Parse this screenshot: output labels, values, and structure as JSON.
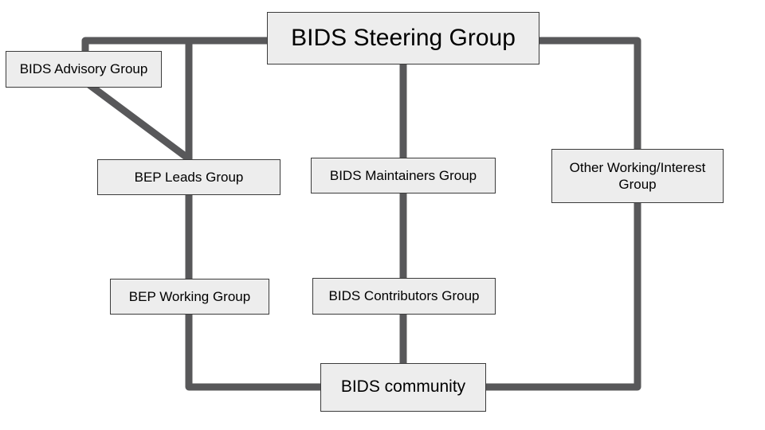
{
  "colors": {
    "background": "#ffffff",
    "line": "#58585a",
    "box_fill": "#ededed",
    "box_border": "#3c3c3c",
    "text": "#000000"
  },
  "boxes": {
    "steering": {
      "label": "BIDS Steering Group"
    },
    "advisory": {
      "label": "BIDS Advisory Group"
    },
    "bep_leads": {
      "label": "BEP Leads Group"
    },
    "maintainers": {
      "label": "BIDS Maintainers Group"
    },
    "other_working": {
      "label": "Other Working/Interest Group"
    },
    "bep_working": {
      "label": "BEP Working Group"
    },
    "contributors": {
      "label": "BIDS Contributors Group"
    },
    "community": {
      "label": "BIDS community"
    }
  }
}
